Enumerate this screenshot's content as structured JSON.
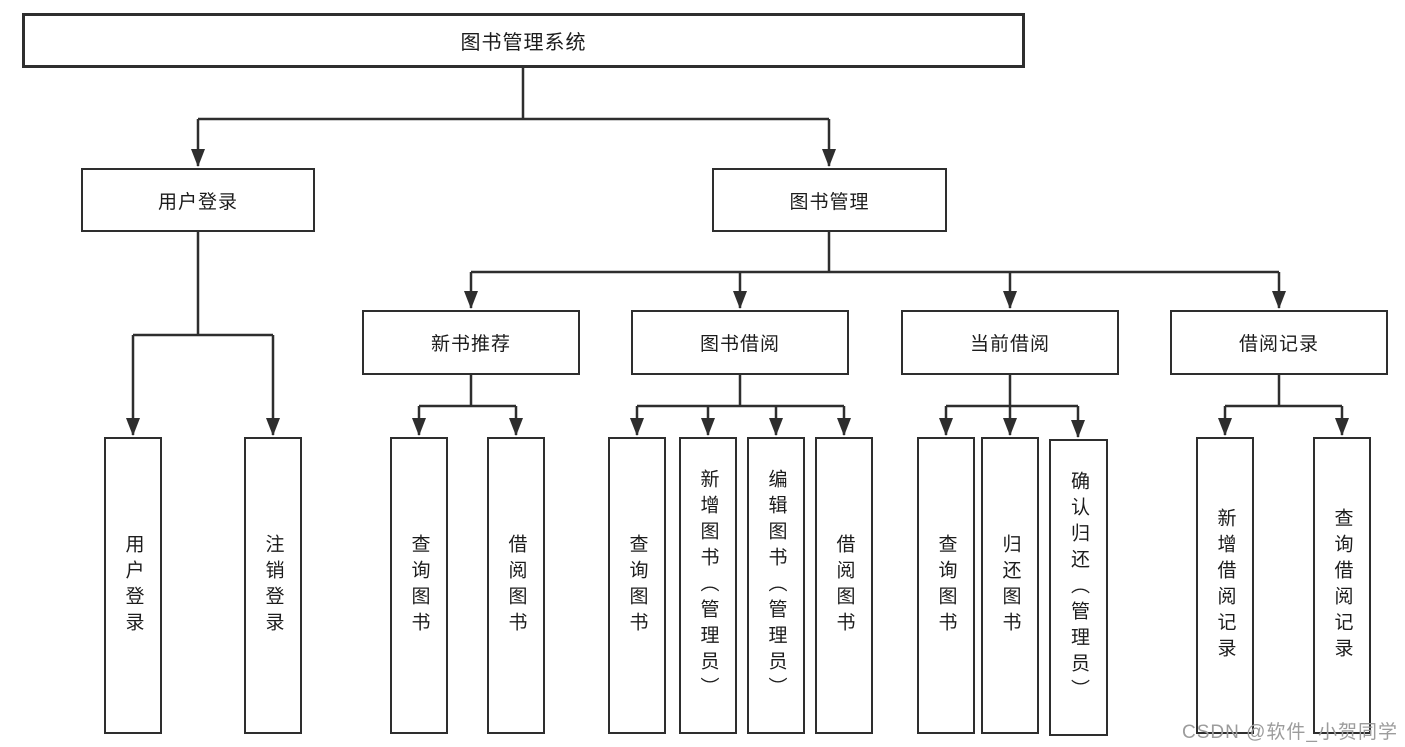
{
  "tree": {
    "label": "图书管理系统",
    "children": [
      {
        "label": "用户登录",
        "children": [
          {
            "label": "用户登录"
          },
          {
            "label": "注销登录"
          }
        ]
      },
      {
        "label": "图书管理",
        "children": [
          {
            "label": "新书推荐",
            "children": [
              {
                "label": "查询图书"
              },
              {
                "label": "借阅图书"
              }
            ]
          },
          {
            "label": "图书借阅",
            "children": [
              {
                "label": "查询图书"
              },
              {
                "label": "新增图书（管理员）"
              },
              {
                "label": "编辑图书（管理员）"
              },
              {
                "label": "借阅图书"
              }
            ]
          },
          {
            "label": "当前借阅",
            "children": [
              {
                "label": "查询图书"
              },
              {
                "label": "归还图书"
              },
              {
                "label": "确认归还（管理员）"
              }
            ]
          },
          {
            "label": "借阅记录",
            "children": [
              {
                "label": "新增借阅记录"
              },
              {
                "label": "查询借阅记录"
              }
            ]
          }
        ]
      }
    ]
  },
  "watermark": {
    "text": "CSDN @软件_小贺同学"
  },
  "colors": {
    "line": "#2e2e2e",
    "text": "#1c1c1c",
    "background": "#ffffff",
    "watermark": "#9c9c9c"
  }
}
